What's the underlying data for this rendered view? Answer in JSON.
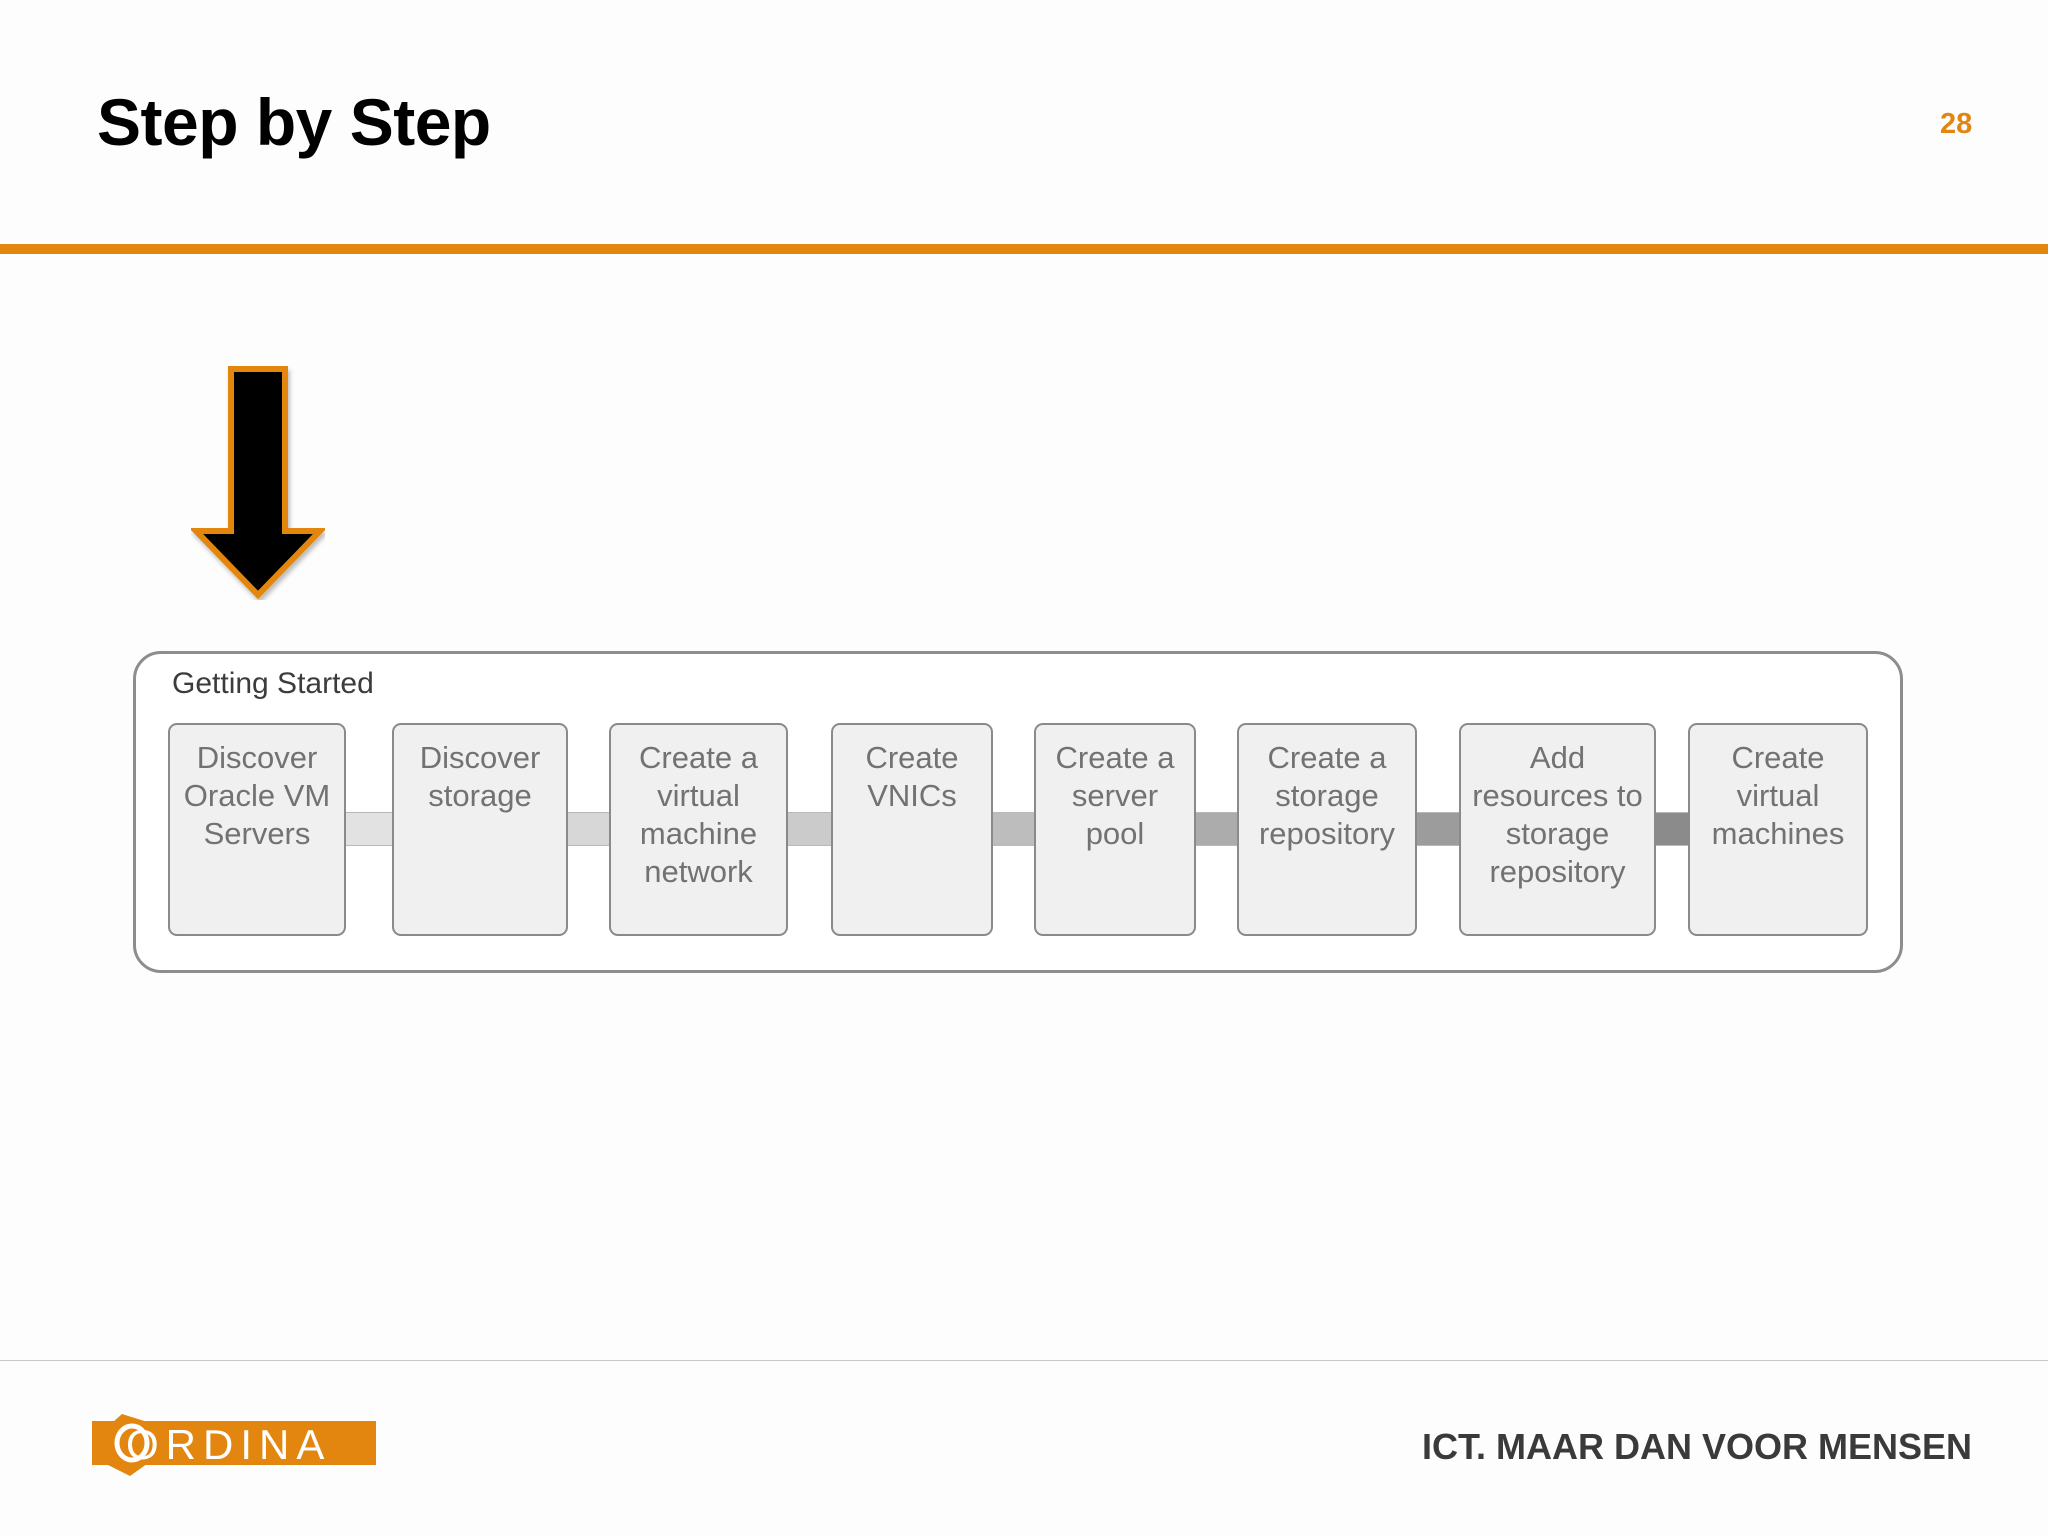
{
  "header": {
    "title": "Step by Step",
    "page_number": "28"
  },
  "diagram": {
    "group_label": "Getting Started",
    "steps": [
      {
        "label": "Discover\nOracle VM\nServers"
      },
      {
        "label": "Discover\nstorage"
      },
      {
        "label": "Create a\nvirtual\nmachine\nnetwork"
      },
      {
        "label": "Create\nVNICs"
      },
      {
        "label": "Create a\nserver\npool"
      },
      {
        "label": "Create a\nstorage\nrepository"
      },
      {
        "label": "Add\nresources to\nstorage\nrepository"
      },
      {
        "label": "Create\nvirtual\nmachines"
      }
    ],
    "connector_colors": [
      "#e2e2e3",
      "#d7d7d8",
      "#cbcbcc",
      "#bdbdbe",
      "#acacad",
      "#9c9c9d",
      "#8b8b8c"
    ],
    "arrow": {
      "fill": "#000000",
      "outline": "#e3860f",
      "icon": "down-arrow-icon"
    }
  },
  "footer": {
    "logo_text": "ORDINA",
    "tagline": "ICT. MAAR DAN VOOR MENSEN"
  },
  "colors": {
    "accent": "#e3860f",
    "text": "#000000",
    "step_fill": "#f0f0f1",
    "step_text": "#727272"
  }
}
